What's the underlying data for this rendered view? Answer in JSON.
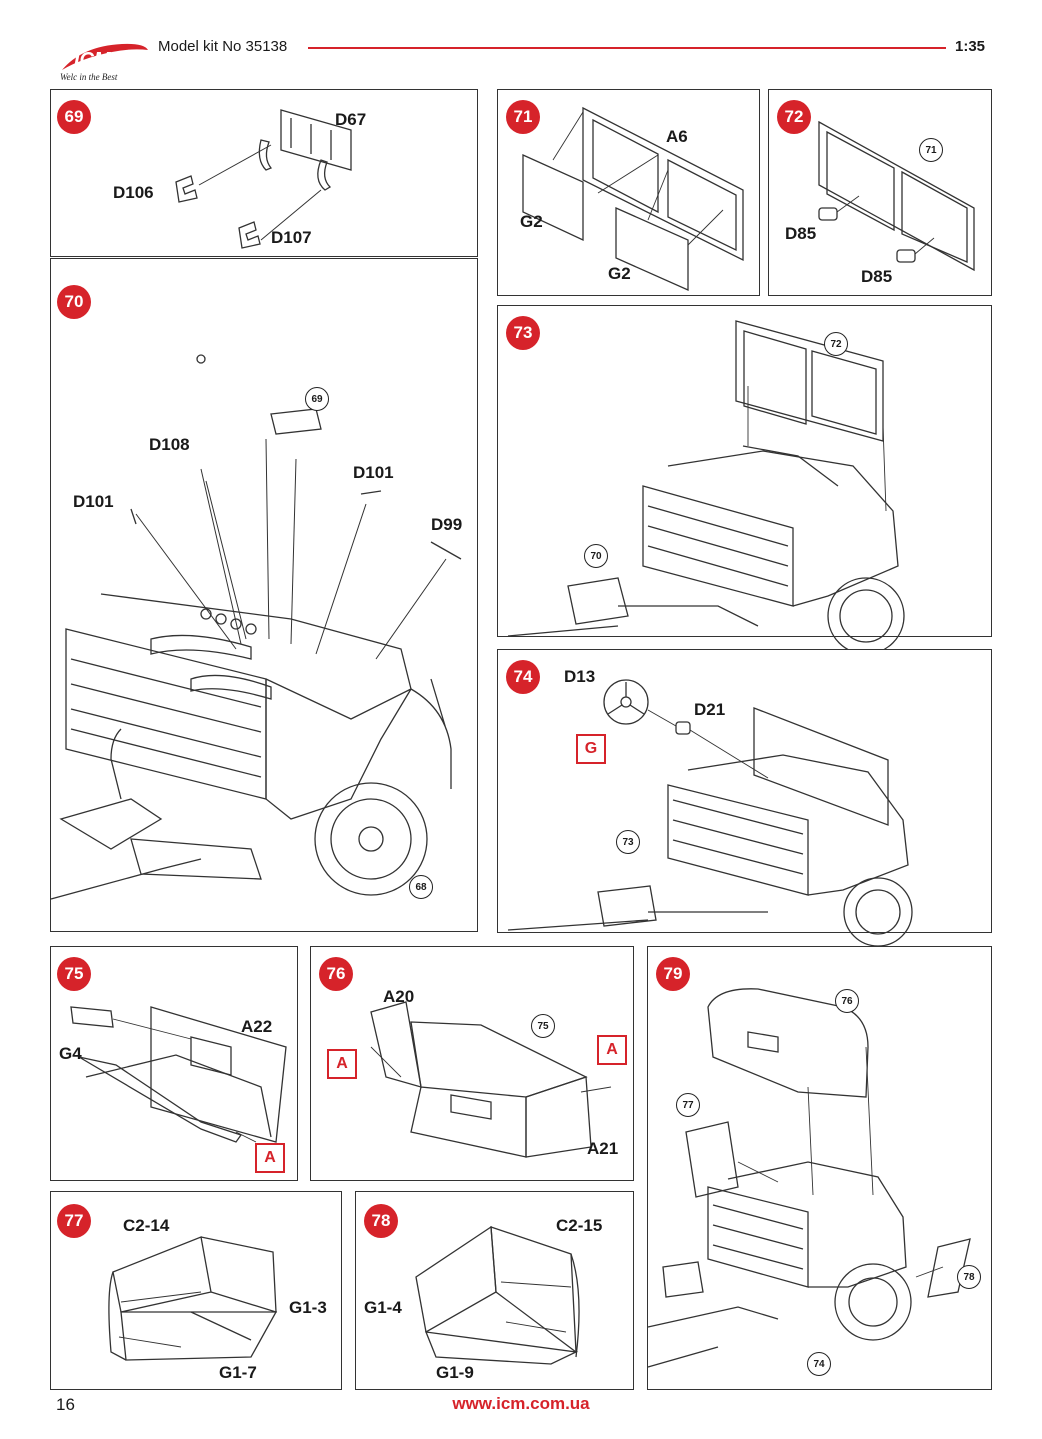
{
  "header": {
    "brand": "ICM",
    "tagline": "Welc in the Best",
    "title": "Model kit No 35138",
    "scale": "1:35"
  },
  "steps": {
    "s69": {
      "num": "69",
      "labels": [
        "D67",
        "D106",
        "D107"
      ]
    },
    "s70": {
      "num": "70",
      "labels": [
        "D108",
        "D101",
        "D101",
        "D99"
      ],
      "refs": [
        "69",
        "68"
      ]
    },
    "s71": {
      "num": "71",
      "labels": [
        "A6",
        "G2",
        "G2"
      ]
    },
    "s72": {
      "num": "72",
      "labels": [
        "D85",
        "D85"
      ],
      "refs": [
        "71"
      ]
    },
    "s73": {
      "num": "73",
      "refs": [
        "72",
        "70"
      ]
    },
    "s74": {
      "num": "74",
      "labels": [
        "D13",
        "D21"
      ],
      "refs": [
        "73"
      ],
      "color_marker": "G"
    },
    "s75": {
      "num": "75",
      "labels": [
        "A22",
        "G4"
      ],
      "color_marker": "A"
    },
    "s76": {
      "num": "76",
      "labels": [
        "A20",
        "A21"
      ],
      "refs": [
        "75"
      ],
      "color_markers": [
        "A",
        "A"
      ]
    },
    "s77": {
      "num": "77",
      "labels": [
        "C2-14",
        "G1-3",
        "G1-7"
      ]
    },
    "s78": {
      "num": "78",
      "labels": [
        "C2-15",
        "G1-4",
        "G1-9"
      ]
    },
    "s79": {
      "num": "79",
      "refs": [
        "76",
        "77",
        "78",
        "74"
      ]
    }
  },
  "footer": {
    "page_number": "16",
    "url": "www.icm.com.ua"
  },
  "colors": {
    "accent": "#d6232a",
    "line": "#333333"
  }
}
